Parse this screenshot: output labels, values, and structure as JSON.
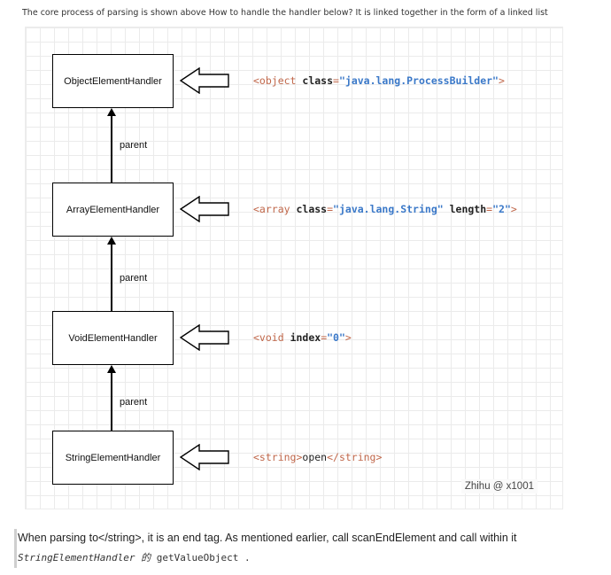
{
  "intro_text": "The core process of parsing is shown above How to handle the handler below? It is linked together in the form of a linked list",
  "handlers": [
    {
      "name": "ObjectElementHandler"
    },
    {
      "name": "ArrayElementHandler"
    },
    {
      "name": "VoidElementHandler"
    },
    {
      "name": "StringElementHandler"
    }
  ],
  "parent_label": "parent",
  "xml": {
    "object": {
      "open": "<object",
      "attr": "class",
      "eq": "=",
      "val": "\"java.lang.ProcessBuilder\"",
      "close": ">"
    },
    "array": {
      "open": "<array",
      "attr1": "class",
      "eq1": "=",
      "val1": "\"java.lang.String\"",
      "attr2": "length",
      "eq2": "=",
      "val2": "\"2\"",
      "close": ">"
    },
    "void": {
      "open": "<void",
      "attr": "index",
      "eq": "=",
      "val": "\"0\"",
      "close": ">"
    },
    "string": {
      "open": "<string>",
      "content": "open",
      "close": "</string>"
    }
  },
  "watermark": "Zhihu @ x1001",
  "bottom": {
    "line1": "When parsing to</string>, it is an end tag. As mentioned earlier, call scanEndElement and call within it",
    "code_class": "StringElementHandler",
    "code_de": "的",
    "code_method": "getValueObject",
    "code_end": "."
  },
  "colors": {
    "tag": "#c0674a",
    "value": "#3a78c8",
    "grid": "#ebebeb"
  }
}
